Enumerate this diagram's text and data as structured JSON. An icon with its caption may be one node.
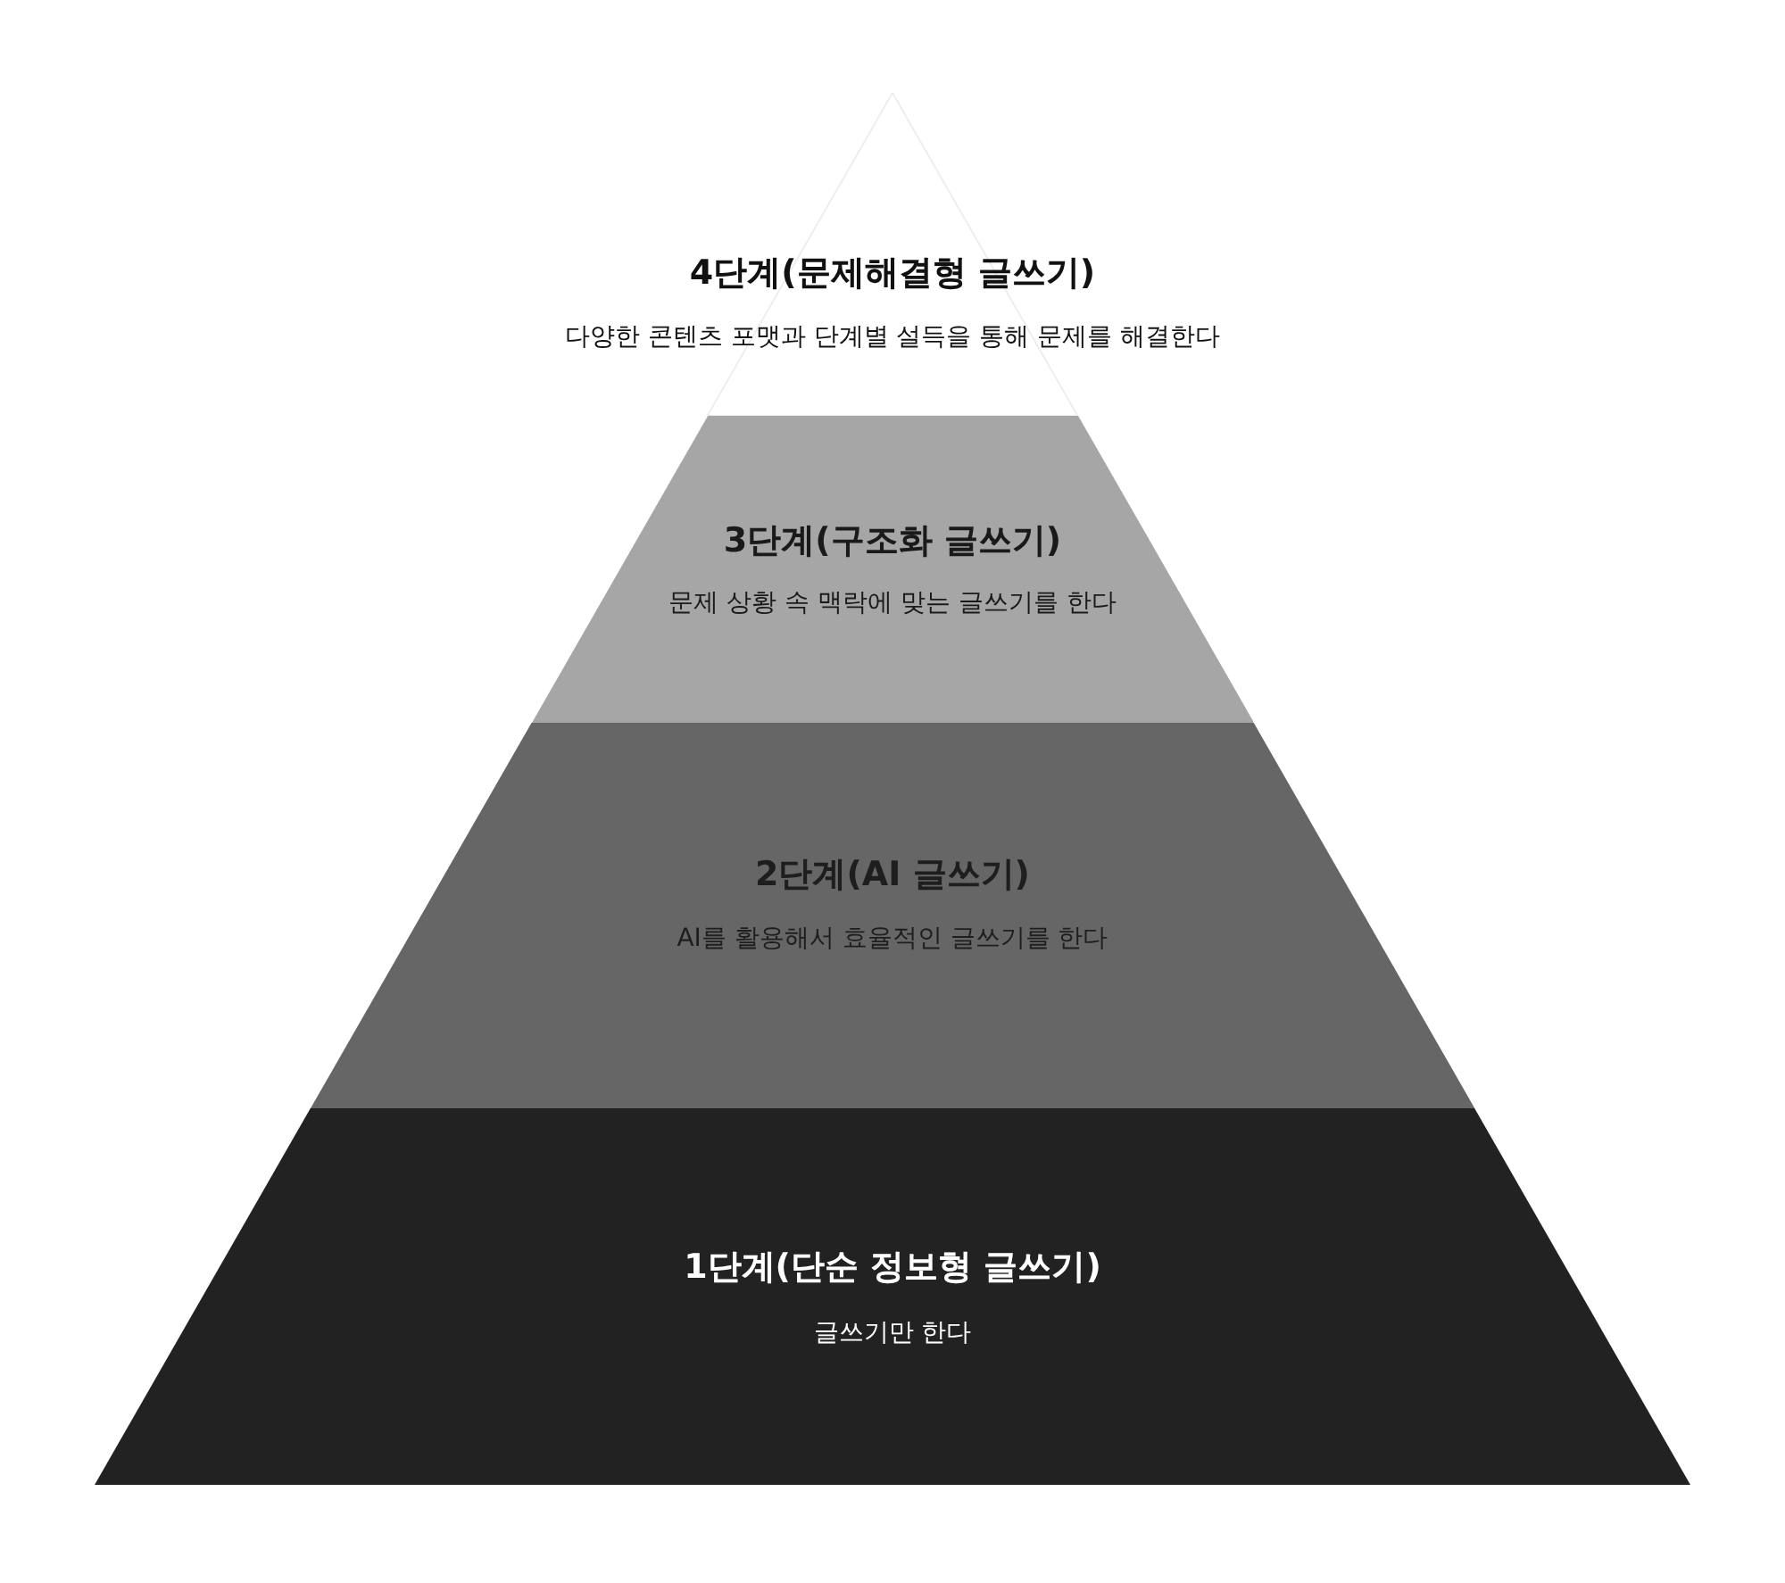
{
  "diagram": {
    "nodes": [
      {
        "text": [
          "4단계(문제해결형 글쓰기)",
          "다양한 콘텐츠 포맷과 단계별 설득을 통해 문제를 해결한다"
        ]
      },
      {
        "text": [
          "3단계(구조화 글쓰기)",
          "문제 상황 속 맥락에 맞는 글쓰기를 한다"
        ]
      },
      {
        "text": [
          "2단계(AI 글쓰기)",
          "AI를 활용해서 효율적인 글쓰기를 한다"
        ]
      },
      {
        "text": [
          "1단계(단순 정보형 글쓰기)",
          "글쓰기만 한다"
        ]
      }
    ]
  }
}
